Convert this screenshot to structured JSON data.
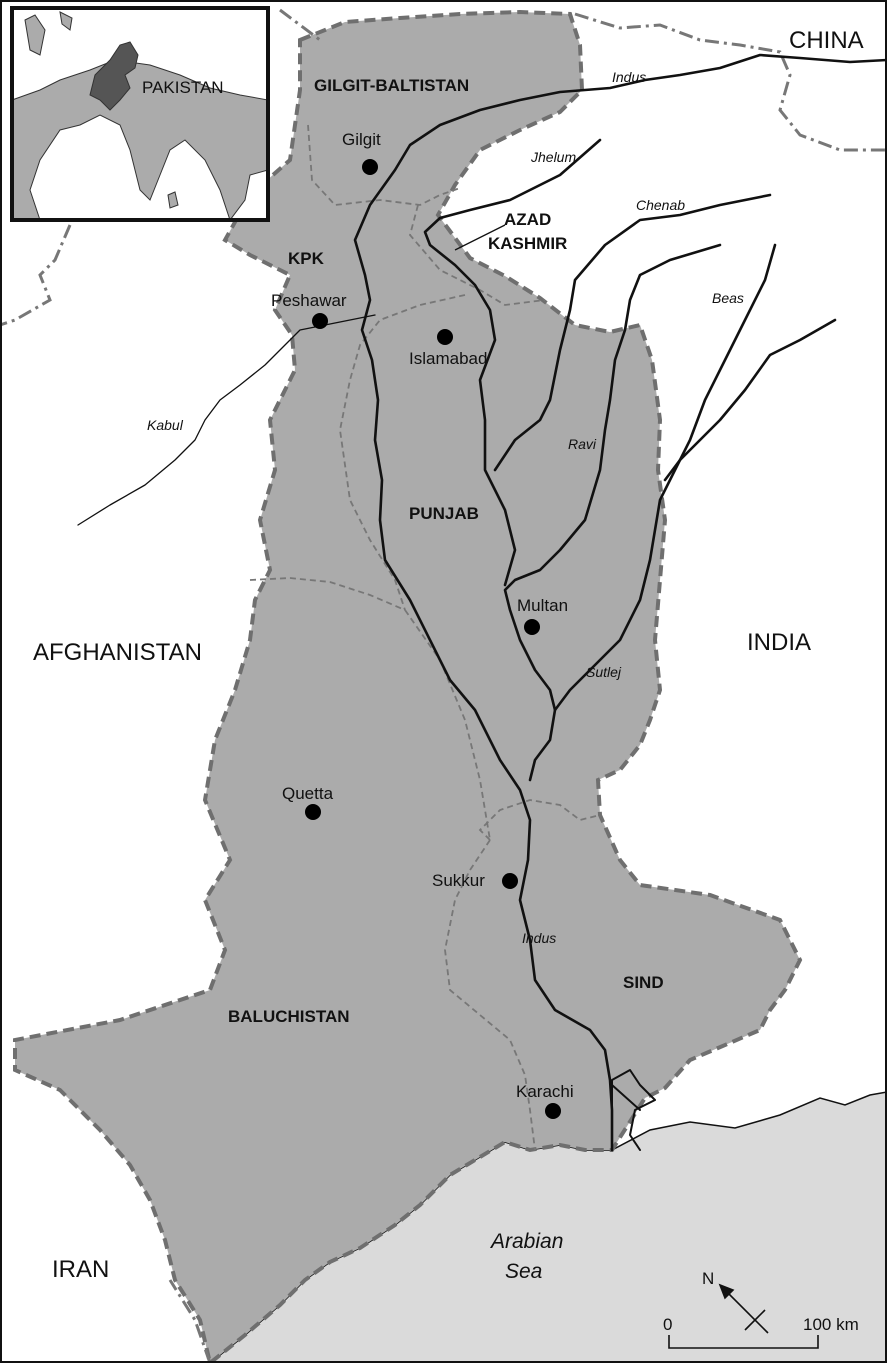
{
  "countries": {
    "china": "CHINA",
    "afghanistan": "AFGHANISTAN",
    "india": "INDIA",
    "iran": "IRAN"
  },
  "regions": {
    "gilgit_baltistan": "GILGIT-BALTISTAN",
    "kpk": "KPK",
    "azad_kashmir_line1": "AZAD",
    "azad_kashmir_line2": "KASHMIR",
    "punjab": "PUNJAB",
    "baluchistan": "BALUCHISTAN",
    "sind": "SIND"
  },
  "cities": {
    "gilgit": "Gilgit",
    "peshawar": "Peshawar",
    "islamabad": "Islamabad",
    "multan": "Multan",
    "quetta": "Quetta",
    "sukkur": "Sukkur",
    "karachi": "Karachi"
  },
  "rivers": {
    "indus_north": "Indus",
    "jhelum": "Jhelum",
    "chenab": "Chenab",
    "beas": "Beas",
    "kabul": "Kabul",
    "ravi": "Ravi",
    "sutlej": "Sutlej",
    "indus_south": "Indus"
  },
  "sea": {
    "line1": "Arabian",
    "line2": "Sea"
  },
  "inset": {
    "label": "PAKISTAN"
  },
  "north_arrow": {
    "label": "N"
  },
  "scale_bar": {
    "start_label": "0",
    "end_label": "100 km"
  },
  "colors": {
    "pakistan_fill": "#ababab",
    "sea_fill": "#dadada",
    "border": "#6f6f6f",
    "river": "#111111"
  }
}
